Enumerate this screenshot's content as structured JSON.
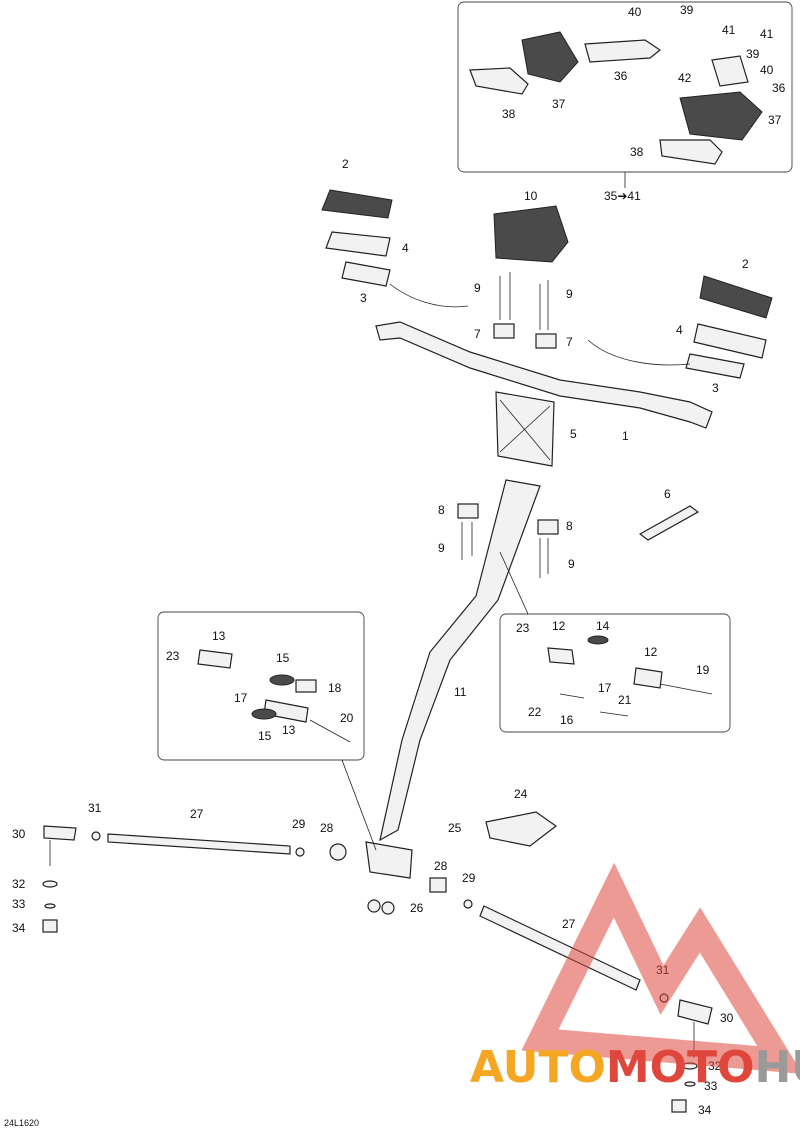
{
  "diagram": {
    "reference_code": "24L1620",
    "callouts": [
      "1",
      "2",
      "3",
      "4",
      "5",
      "6",
      "7",
      "8",
      "9",
      "10",
      "11",
      "12",
      "13",
      "14",
      "15",
      "16",
      "17",
      "18",
      "19",
      "20",
      "21",
      "22",
      "23",
      "24",
      "25",
      "26",
      "27",
      "28",
      "29",
      "30",
      "31",
      "32",
      "33",
      "34",
      "35➔41",
      "36",
      "37",
      "38",
      "39",
      "40",
      "41",
      "42"
    ]
  },
  "watermark": {
    "part1": "AUTO",
    "part2": "MOTO",
    "part3": "HUB",
    "colors": {
      "orange": "#f5a623",
      "red": "#e0473c",
      "gray": "#9a9a9a"
    }
  }
}
